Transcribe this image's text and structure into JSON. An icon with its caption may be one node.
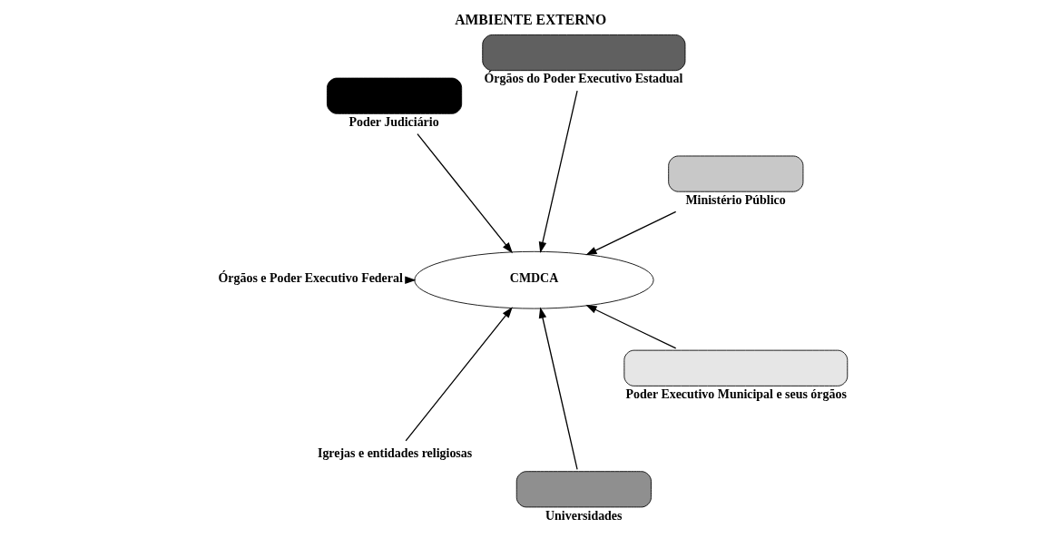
{
  "diagram": {
    "title": "AMBIENTE EXTERNO",
    "nodes": [
      {
        "text": [
          "Ministério Público"
        ]
      },
      {
        "text": [
          "Órgãos do Poder Executivo Estadual"
        ]
      },
      {
        "text": [
          "CMDCA"
        ]
      },
      {
        "text": [
          "Poder Judiciário"
        ]
      },
      {
        "text": [
          "Órgãos e Poder Executivo Federal"
        ]
      },
      {
        "text": [
          "Igrejas e entidades religiosas"
        ]
      },
      {
        "text": [
          "Universidades"
        ]
      },
      {
        "text": [
          "Poder Executivo Municipal e seus órgãos"
        ]
      }
    ],
    "edges": [
      {
        "from": 0,
        "to": 2,
        "arrow": "to"
      },
      {
        "from": 1,
        "to": 2,
        "arrow": "to"
      },
      {
        "from": 3,
        "to": 2,
        "arrow": "to"
      },
      {
        "from": 4,
        "to": 2,
        "arrow": "to"
      },
      {
        "from": 5,
        "to": 2,
        "arrow": "to"
      },
      {
        "from": 7,
        "to": 2,
        "arrow": "to"
      },
      {
        "from": 6,
        "to": 2,
        "arrow": "to"
      }
    ]
  }
}
